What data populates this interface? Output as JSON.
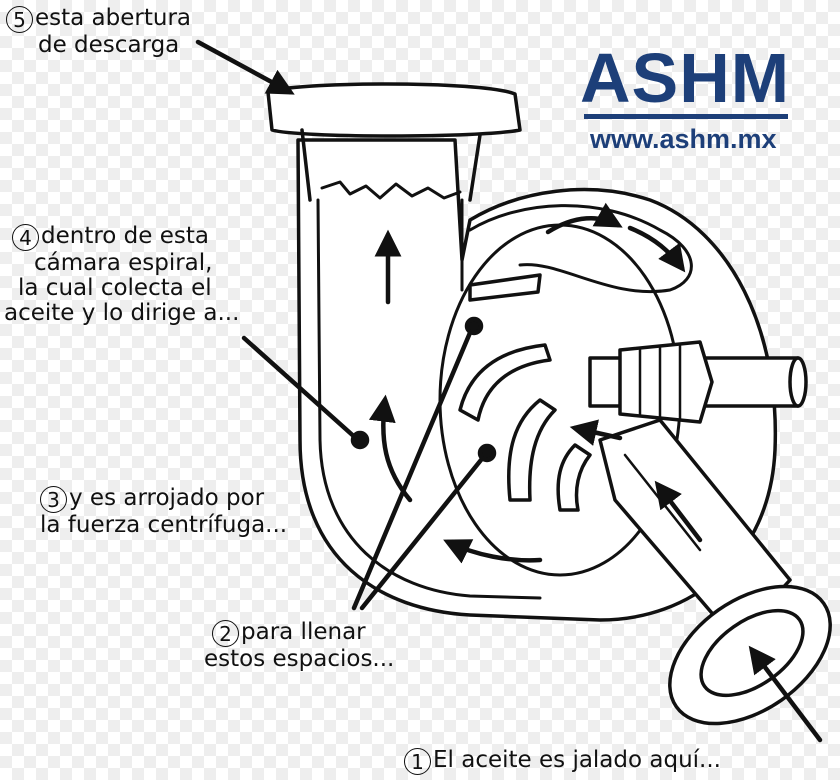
{
  "logo": {
    "brand": "ASHM",
    "url": "www.ashm.mx",
    "color": "#1d3f79"
  },
  "callouts": [
    {
      "number": "5",
      "lines": [
        "esta abertura",
        "de descarga"
      ]
    },
    {
      "number": "4",
      "lines": [
        "dentro de esta",
        "cámara espiral,",
        "la cual colecta el",
        "aceite y lo dirige a..."
      ]
    },
    {
      "number": "3",
      "lines": [
        "y es arrojado por",
        "la fuerza centrífuga..."
      ]
    },
    {
      "number": "2",
      "lines": [
        "para llenar",
        "estos espacios..."
      ]
    },
    {
      "number": "1",
      "lines": [
        "El aceite es jalado aquí..."
      ]
    }
  ],
  "colors": {
    "ink": "#111111",
    "background": "#ffffff"
  }
}
